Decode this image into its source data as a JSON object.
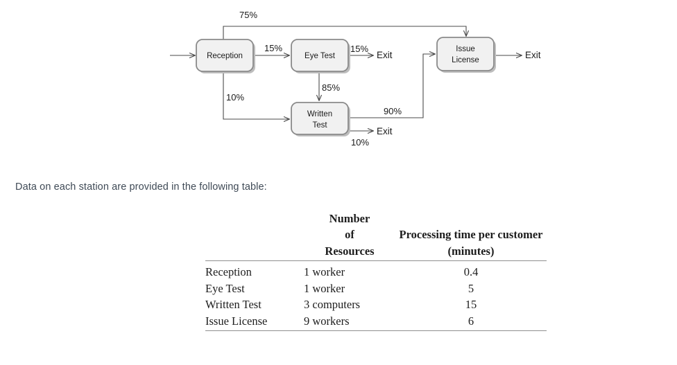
{
  "diagram": {
    "nodes": [
      {
        "id": "reception",
        "label": "Reception",
        "line1": "Reception",
        "line2": ""
      },
      {
        "id": "eye-test",
        "label": "Eye Test",
        "line1": "Eye Test",
        "line2": ""
      },
      {
        "id": "written-test",
        "label": "Written Test",
        "line1": "Written",
        "line2": "Test"
      },
      {
        "id": "issue-license",
        "label": "Issue License",
        "line1": "Issue",
        "line2": "License"
      }
    ],
    "edge_labels": {
      "reception_to_issue": "75%",
      "reception_to_eye": "15%",
      "reception_to_written": "10%",
      "eye_to_exit": "15%",
      "eye_to_written": "85%",
      "written_to_issue": "90%",
      "written_to_exit": "10%"
    },
    "exits": {
      "eye_exit": "Exit",
      "written_exit": "Exit",
      "license_exit": "Exit"
    },
    "colors": {
      "node_fill": "#f1f1f1",
      "node_stroke": "#8a8a8a",
      "line": "#4a4a4a",
      "shadow": "#bdbdbd"
    }
  },
  "intro": {
    "text": "Data on each station are provided in the following table:"
  },
  "table": {
    "headers": {
      "station": "",
      "resources": [
        "Number",
        "of",
        "Resources"
      ],
      "time": [
        "Processing time per customer",
        "(minutes)"
      ]
    },
    "rows": [
      {
        "station": "Reception",
        "resources": "1 worker",
        "time": "0.4"
      },
      {
        "station": "Eye Test",
        "resources": "1 worker",
        "time": "5"
      },
      {
        "station": "Written Test",
        "resources": "3 computers",
        "time": "15"
      },
      {
        "station": "Issue License",
        "resources": "9 workers",
        "time": "6"
      }
    ]
  }
}
